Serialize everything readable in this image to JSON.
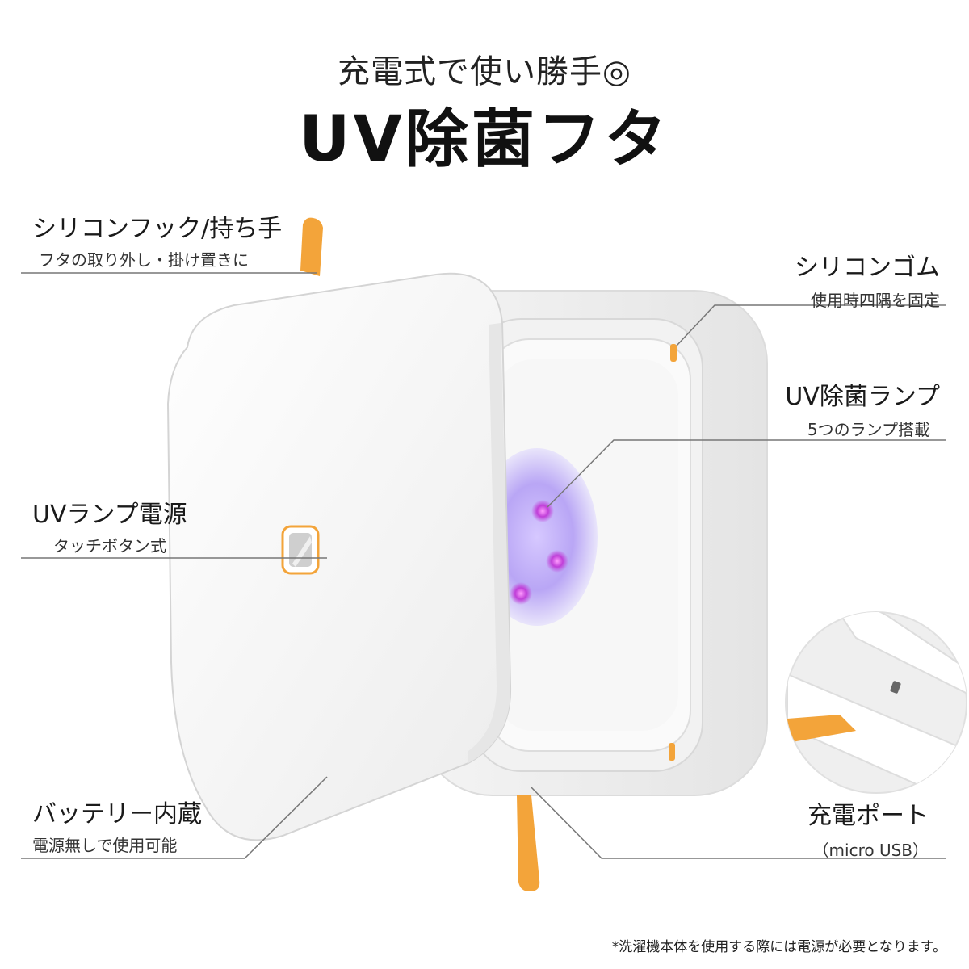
{
  "header": {
    "subtitle": "充電式で使い勝手◎",
    "title": "UV除菌フタ"
  },
  "callouts": {
    "hook": {
      "title": "シリコンフック/持ち手",
      "desc": "フタの取り外し・掛け置きに"
    },
    "rubber": {
      "title": "シリコンゴム",
      "desc": "使用時四隅を固定"
    },
    "lamp": {
      "title": "UV除菌ランプ",
      "desc": "5つのランプ搭載"
    },
    "power": {
      "title": "UVランプ電源",
      "desc": "タッチボタン式"
    },
    "battery": {
      "title": "バッテリー内蔵",
      "desc": "電源無しで使用可能"
    },
    "port": {
      "title": "充電ポート",
      "desc": "（micro USB）"
    }
  },
  "footnote": "*洗濯機本体を使用する際には電源が必要となります。",
  "colors": {
    "accent_orange": "#f3a43a",
    "uv_purple": "#a85ce8",
    "line_gray": "#777777"
  }
}
